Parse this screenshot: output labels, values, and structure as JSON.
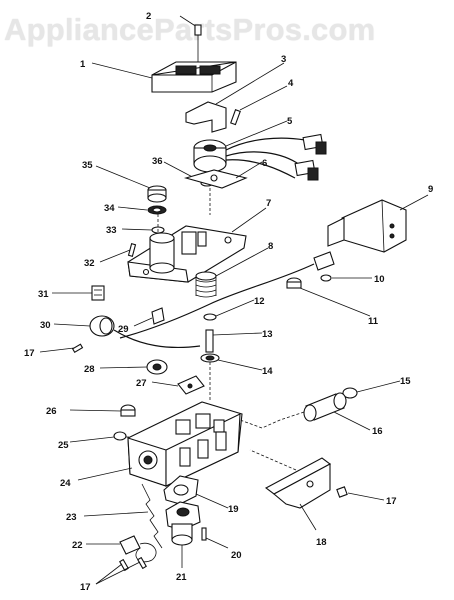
{
  "watermark": "AppliancePartsPros.com",
  "corner_mark": "",
  "callouts": {
    "c1": "1",
    "c2": "2",
    "c3": "3",
    "c4": "4",
    "c5": "5",
    "c6": "6",
    "c7": "7",
    "c8": "8",
    "c9": "9",
    "c10": "10",
    "c11": "11",
    "c12": "12",
    "c13": "13",
    "c14": "14",
    "c15": "15",
    "c16": "16",
    "c17a": "17",
    "c17b": "17",
    "c17c": "17",
    "c18": "18",
    "c19": "19",
    "c20": "20",
    "c21": "21",
    "c22": "22",
    "c23": "23",
    "c24": "24",
    "c25": "25",
    "c26": "26",
    "c27": "27",
    "c28": "28",
    "c29": "29",
    "c30": "30",
    "c31": "31",
    "c32": "32",
    "c33": "33",
    "c34": "34",
    "c35": "35",
    "c36": "36"
  }
}
